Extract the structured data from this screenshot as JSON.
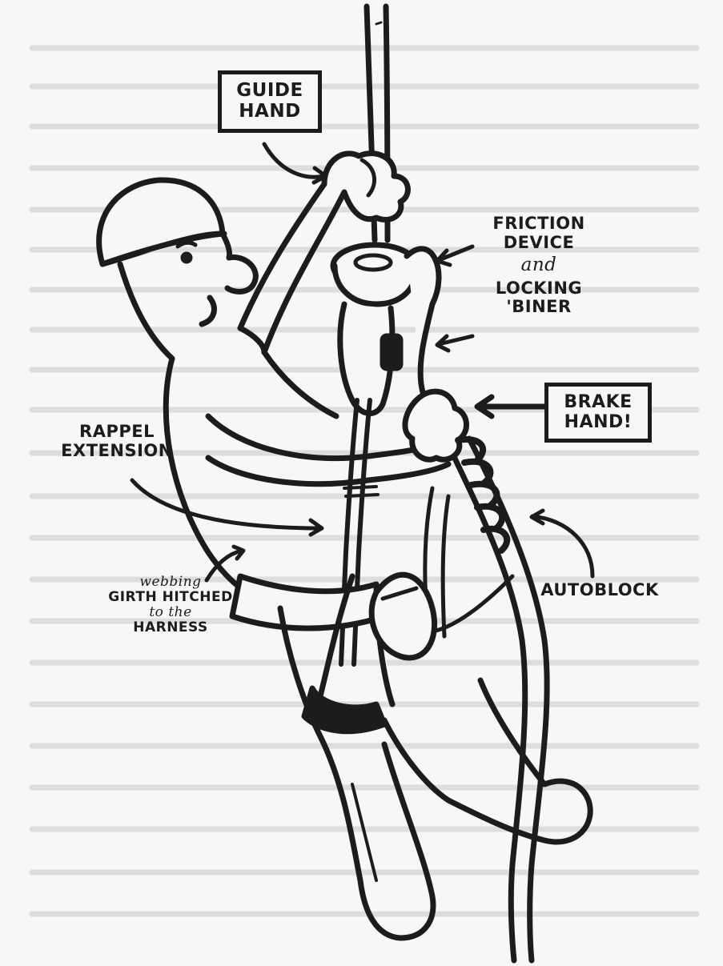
{
  "labels": {
    "guide_hand": [
      "GUIDE",
      "HAND"
    ],
    "friction_device": [
      "FRICTION",
      "DEVICE",
      "and",
      "LOCKING",
      "'BINER"
    ],
    "brake_hand": [
      "BRAKE",
      "HAND!"
    ],
    "rappel_extension": [
      "RAPPEL",
      "EXTENSION"
    ],
    "webbing": [
      "webbing",
      "GIRTH HITCHED",
      "to the",
      "HARNESS"
    ],
    "autoblock": "AUTOBLOCK"
  },
  "colors": {
    "ink": "#1c1c1c",
    "paper": "#f7f7f5",
    "faded_text": "#c9c9c6"
  }
}
